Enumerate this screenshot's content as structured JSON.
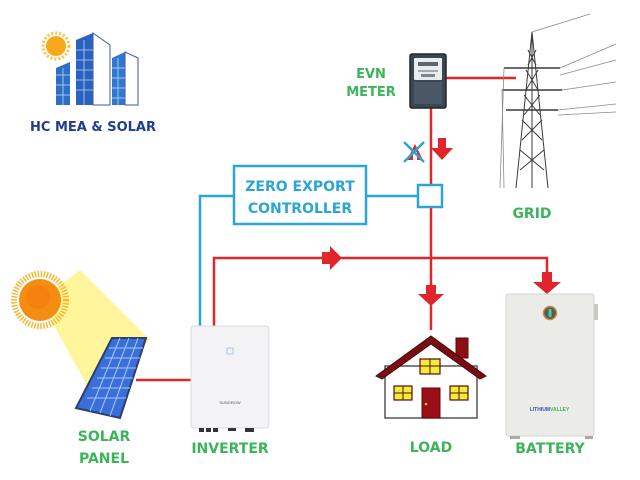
{
  "logo": {
    "brand_name": "HC MEA & SOLAR",
    "icon": "solar-buildings-logo-icon"
  },
  "labels": {
    "evn_meter_line1": "EVN",
    "evn_meter_line2": "METER",
    "grid": "GRID",
    "controller_line1": "ZERO EXPORT",
    "controller_line2": "CONTROLLER",
    "solar_line1": "SOLAR",
    "solar_line2": "PANEL",
    "inverter": "INVERTER",
    "load": "LOAD",
    "battery": "BATTERY"
  },
  "devices": {
    "inverter_brand": "SUNGROW",
    "battery_brand_part1": "LITHIUM",
    "battery_brand_part2": "VALLEY"
  },
  "icons": [
    "sun-icon",
    "solar-panel-icon",
    "inverter-icon",
    "electric-meter-icon",
    "power-tower-icon",
    "house-icon",
    "battery-icon",
    "ct-sensor-icon",
    "arrow-right-icon",
    "arrow-down-icon",
    "export-blocked-icon"
  ],
  "colors": {
    "power_line": "#e0252b",
    "signal_line": "#2aa5d6",
    "label_green": "#3bb45a",
    "logo_blue": "#1f3e8f"
  }
}
